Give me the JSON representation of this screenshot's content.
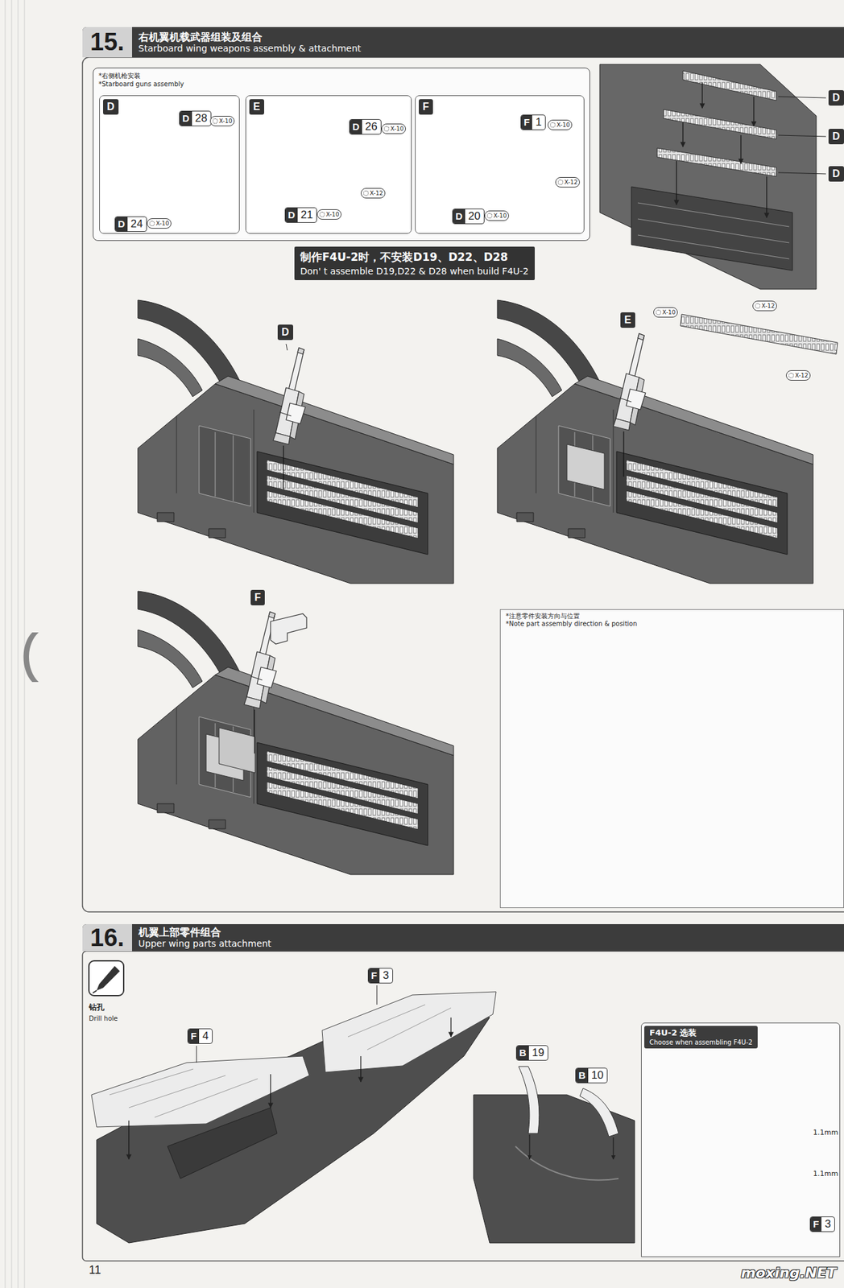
{
  "diagram": {
    "nodes": [
      {
        "text": [
          "15.",
          "右机翼机载武器组装及组合",
          "Starboard wing weapons assembly & attachment"
        ]
      },
      {
        "text": [
          "*右侧机枪安装",
          "*Starboard guns assembly"
        ]
      },
      {
        "text": [
          "D"
        ],
        "in": 1
      },
      {
        "text": [
          "D",
          "28"
        ],
        "in": 2
      },
      {
        "text": [
          "D",
          "24"
        ],
        "in": 2
      },
      {
        "text": [
          "E"
        ],
        "in": 1
      },
      {
        "text": [
          "D",
          "26"
        ],
        "in": 5
      },
      {
        "text": [
          "D",
          "21"
        ],
        "in": 5
      },
      {
        "text": [
          "F"
        ],
        "in": 1
      },
      {
        "text": [
          "F",
          "1"
        ],
        "in": 8
      },
      {
        "text": [
          "D",
          "20"
        ],
        "in": 8
      },
      {
        "text": [
          "D"
        ]
      },
      {
        "text": [
          "D"
        ]
      },
      {
        "text": [
          "D"
        ]
      },
      {
        "text": [
          "制作F4U-2时，不安装D19、D22、D28",
          "Don' t assemble D19,D22 & D28 when build F4U-2"
        ]
      },
      {
        "text": [
          "D"
        ]
      },
      {
        "text": [
          "E"
        ]
      },
      {
        "text": [
          "F"
        ]
      },
      {
        "text": [
          "*注意零件安装方向与位置",
          "*Note part assembly direction & position"
        ]
      },
      {
        "text": [
          "16.",
          "机翼上部零件组合",
          "Upper wing parts attachment"
        ]
      },
      {
        "text": [
          "F",
          "3"
        ]
      },
      {
        "text": [
          "F",
          "4"
        ]
      },
      {
        "text": [
          "B",
          "19"
        ]
      },
      {
        "text": [
          "B",
          "10"
        ]
      },
      {
        "text": [
          "F4U-2 选装",
          "Choose when assembling F4U-2"
        ]
      },
      {
        "text": [
          "F",
          "3"
        ],
        "in": 24
      }
    ],
    "labels": [
      "X-10",
      "X-10",
      "X-10",
      "X-12",
      "X-10",
      "X-10",
      "X-12",
      "X-10",
      "X-10",
      "X-12",
      "X-12",
      "钻孔",
      "Drill hole",
      "1.1mm",
      "1.1mm",
      "11",
      "moxing.NET"
    ]
  }
}
